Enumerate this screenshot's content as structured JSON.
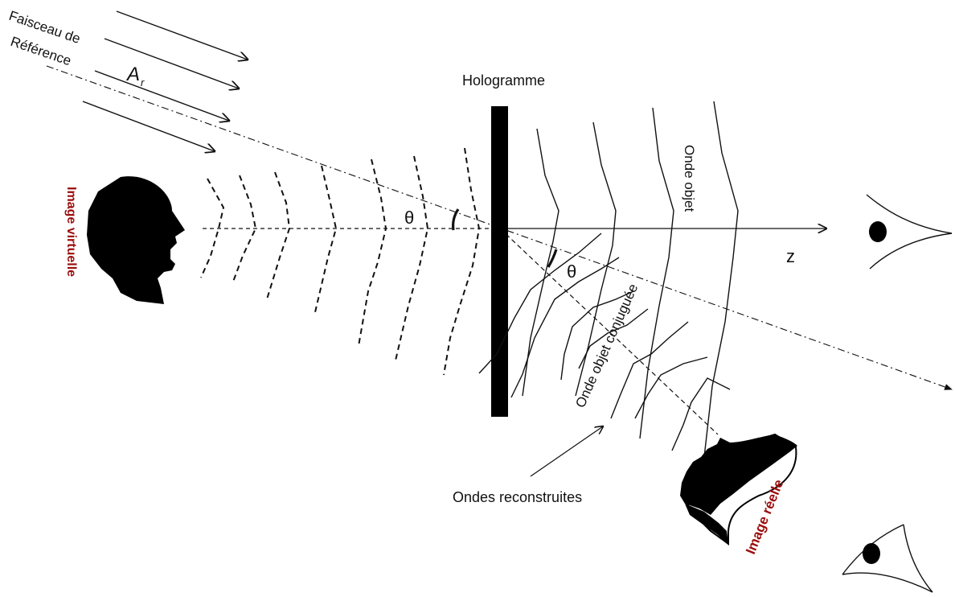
{
  "labels": {
    "reference_beam_line1": "Faisceau de",
    "reference_beam_line2": "Référence",
    "reference_amplitude": "A",
    "reference_amplitude_sub": "r",
    "hologram": "Hologramme",
    "object_wave": "Onde objet",
    "axis_z": "z",
    "conjugate_wave": "Onde objet conjuguée",
    "reconstructed_waves": "Ondes reconstruites",
    "theta_upper": "θ",
    "theta_lower": "θ",
    "virtual_image": "Image virtuelle",
    "real_image": "Image réelle"
  },
  "colors": {
    "ink": "#111111",
    "image_label": "#9b0d0d",
    "background": "#ffffff"
  },
  "icons": {
    "virtual_head": "head-silhouette-icon",
    "real_head": "head-silhouette-inverted-icon",
    "eye_top": "eye-icon",
    "eye_bottom": "eye-icon"
  }
}
